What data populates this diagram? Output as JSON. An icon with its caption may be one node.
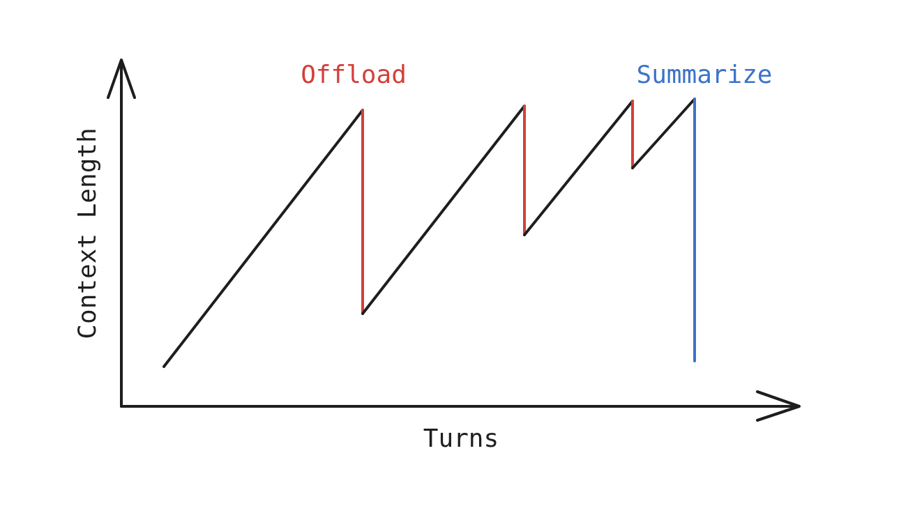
{
  "diagram": {
    "labels": [
      "Context Length",
      "Turns"
    ],
    "legend": [
      {
        "text": "Offload",
        "color": "#d43f3a"
      },
      {
        "text": "Summarize",
        "color": "#3b73c8"
      }
    ]
  }
}
